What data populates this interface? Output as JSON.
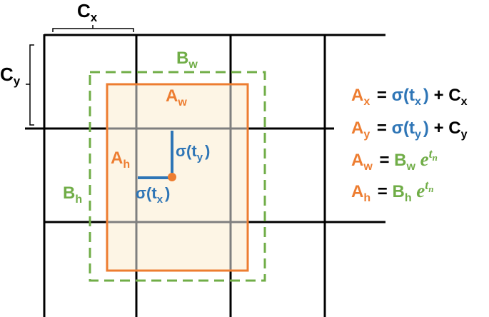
{
  "colors": {
    "grid": "#000000",
    "anchor": "#ED7D31",
    "anchor_fill": "#FDF3E1",
    "prior": "#70AD47",
    "sigma": "#2E75B6",
    "dark": "#000000",
    "center_dot": "#ED7D31"
  },
  "labels": {
    "cx": {
      "main": "C",
      "sub": "x"
    },
    "cy": {
      "main": "C",
      "sub": "y"
    },
    "bw": {
      "main": "B",
      "sub": "w"
    },
    "bh": {
      "main": "B",
      "sub": "h"
    },
    "aw": {
      "main": "A",
      "sub": "w"
    },
    "ah": {
      "main": "A",
      "sub": "h"
    },
    "sigma_ty": {
      "fn": "σ(t",
      "sub": "y",
      "close": ")"
    },
    "sigma_tx": {
      "fn": "σ(t",
      "sub": "x",
      "close": ")"
    }
  },
  "equations": [
    {
      "lhs": "A",
      "lhs_sub": "x",
      "eq": "=",
      "fn": "σ(t",
      "fn_sub": "x",
      "fn_close": ")",
      "plus": "+",
      "c": "C",
      "c_sub": "x"
    },
    {
      "lhs": "A",
      "lhs_sub": "y",
      "eq": "=",
      "fn": "σ(t",
      "fn_sub": "y",
      "fn_close": ")",
      "plus": "+",
      "c": "C",
      "c_sub": "y"
    },
    {
      "lhs": "A",
      "lhs_sub": "w",
      "eq": "=",
      "b": "B",
      "b_sub": "w",
      "e": "e",
      "exp": "t",
      "exp_sub": "n"
    },
    {
      "lhs": "A",
      "lhs_sub": "h",
      "eq": "=",
      "b": "B",
      "b_sub": "h",
      "e": "e",
      "exp": "t",
      "exp_sub": "n"
    }
  ]
}
